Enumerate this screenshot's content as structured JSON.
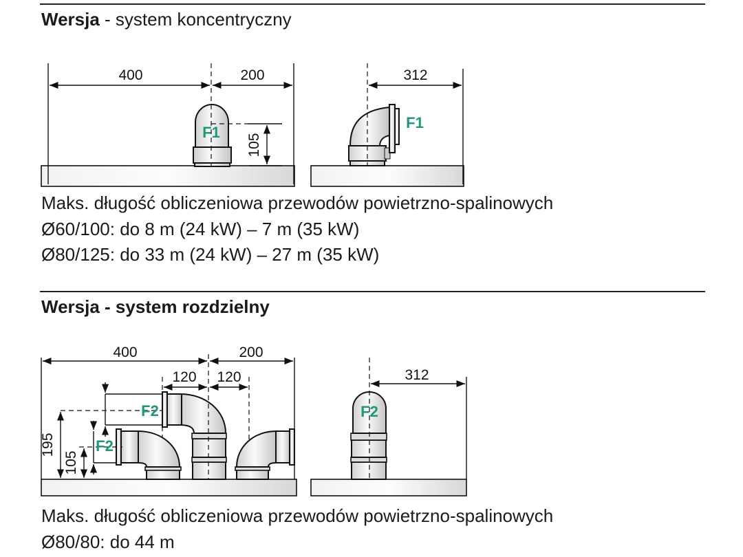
{
  "section1": {
    "heading_bold": "Wersja",
    "heading_rest": " - system koncentryczny",
    "diagram_a": {
      "dim_left": "400",
      "dim_right": "200",
      "dim_height": "105",
      "fitting": "F1"
    },
    "diagram_b": {
      "dim_offset": "312",
      "fitting": "F1"
    },
    "lines": [
      "Maks. długość obliczeniowa przewodów powietrzno-spalinowych",
      "Ø60/100: do 8 m (24 kW) – 7 m (35 kW)",
      "Ø80/125: do 33 m (24 kW) – 27 m (35 kW)"
    ]
  },
  "section2": {
    "heading": "Wersja - system rozdzielny",
    "diagram_a": {
      "dim_left": "400",
      "dim_right": "200",
      "dim_inner_left": "120",
      "dim_inner_right": "120",
      "dim_height_high": "195",
      "dim_height_low": "105",
      "fitting_upper": "F2",
      "fitting_lower": "F2"
    },
    "diagram_b": {
      "dim_offset": "312",
      "fitting": "F2"
    },
    "lines": [
      "Maks. długość obliczeniowa przewodów powietrzno-spalinowych",
      "Ø80/80: do 44 m"
    ]
  },
  "colors": {
    "fitting_label": "#1a9a7a",
    "text": "#1a1a1a"
  }
}
